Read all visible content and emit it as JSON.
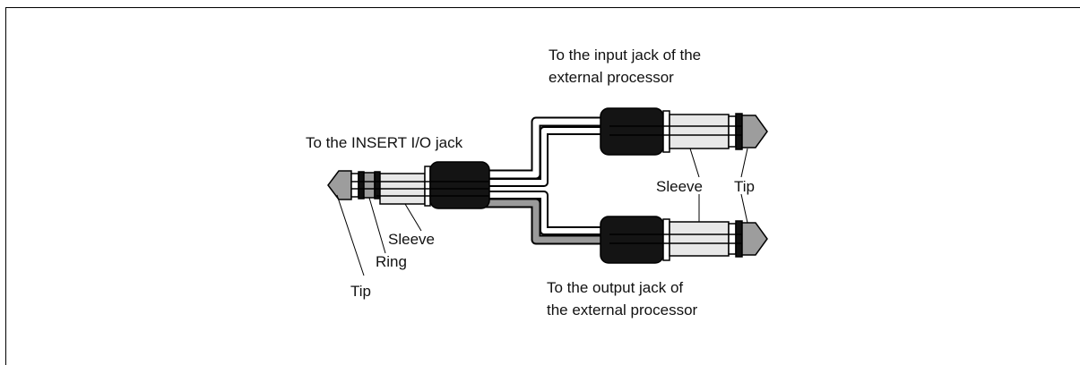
{
  "diagram": {
    "insert_jack_label": "To the INSERT I/O jack",
    "input_jack_label_line1": "To the input jack of the",
    "input_jack_label_line2": "external processor",
    "output_jack_label_line1": "To the output jack of",
    "output_jack_label_line2": "the external processor",
    "trs_plug_labels": {
      "tip": "Tip",
      "ring": "Ring",
      "sleeve": "Sleeve"
    },
    "ts_plug_labels": {
      "sleeve": "Sleeve",
      "tip": "Tip"
    }
  }
}
